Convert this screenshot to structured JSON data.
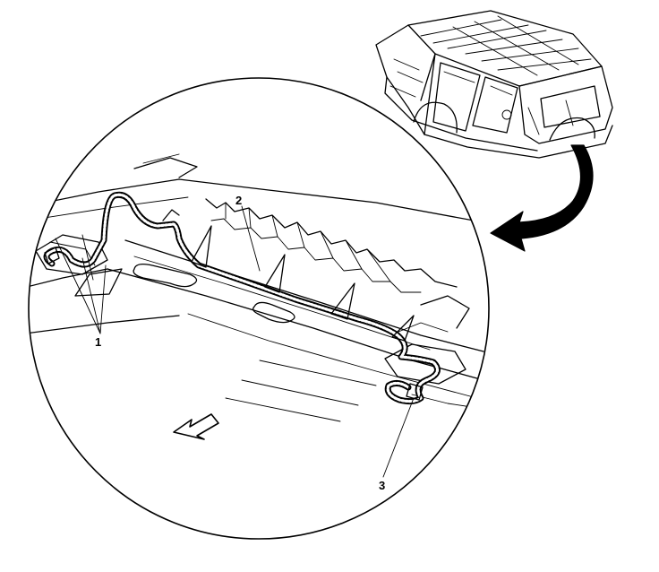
{
  "callouts": [
    {
      "id": "1",
      "label": "1"
    },
    {
      "id": "2",
      "label": "2"
    },
    {
      "id": "3",
      "label": "3"
    }
  ],
  "colors": {
    "line": "#000000",
    "background": "#ffffff"
  },
  "icons": [
    "vehicle-body-inset-icon",
    "curved-pointer-arrow-icon",
    "forward-direction-arrow-icon"
  ]
}
